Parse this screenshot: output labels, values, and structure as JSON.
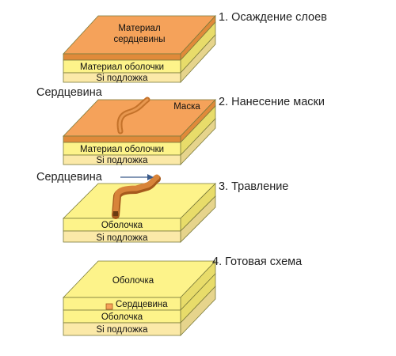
{
  "steps": [
    {
      "title": "1. Осаждение слоев",
      "core_material": [
        "Материал",
        "сердцевины"
      ],
      "cladding_material": "Материал оболочки",
      "substrate": "Si подложка"
    },
    {
      "title": "2. Нанесение маски",
      "side_label": "Сердцевина",
      "mask_label": "Маска",
      "cladding_material": "Материал оболочки",
      "substrate": "Si подложка"
    },
    {
      "title": "3. Травление",
      "side_label": "Сердцевина",
      "cladding": "Оболочка",
      "substrate": "Si подложка"
    },
    {
      "title": "4. Готовая схема",
      "top_cladding": "Оболочка",
      "core": "Сердцевина",
      "cladding": "Оболочка",
      "substrate": "Si подложка"
    }
  ],
  "colors": {
    "core": "#f5a25a",
    "core_side": "#e08a3a",
    "core_dark": "#c4722a",
    "cladding": "#fdf38a",
    "cladding_side": "#e8dc6a",
    "substrate": "#fbe9a8",
    "substrate_side": "#e6d48c"
  }
}
